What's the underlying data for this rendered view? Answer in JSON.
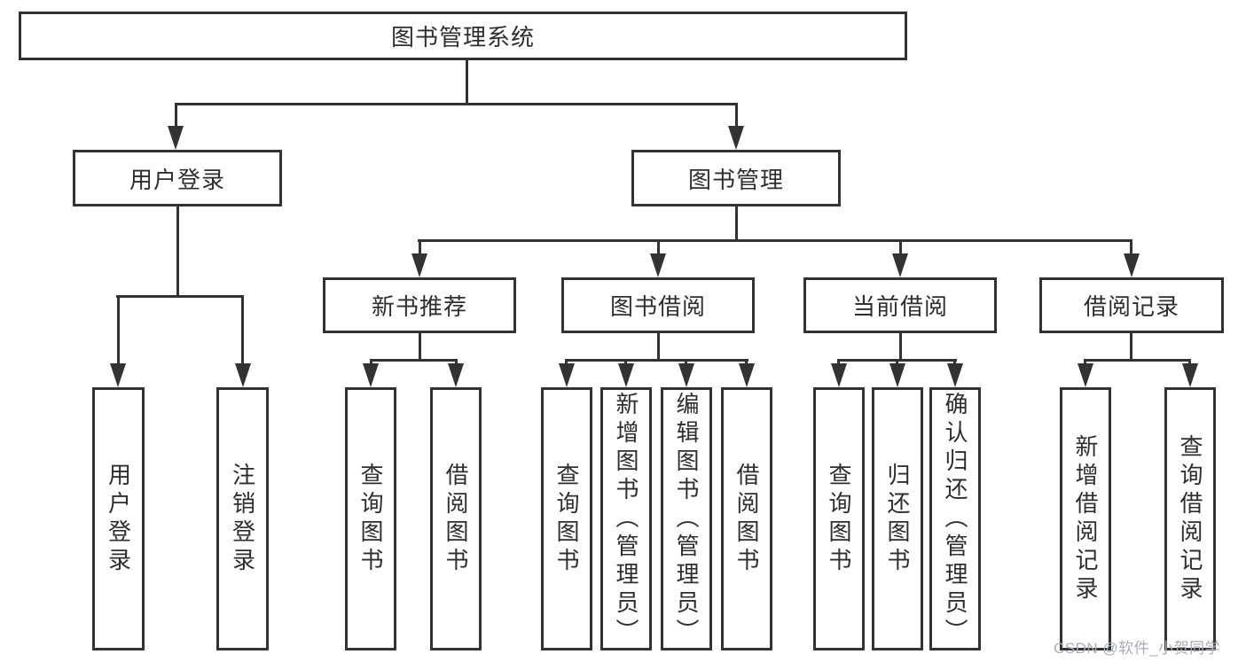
{
  "title": {
    "label": "图书管理系统"
  },
  "branches": {
    "login": {
      "label": "用户登录",
      "children": [
        "用户登录",
        "注销登录"
      ]
    },
    "management": {
      "label": "图书管理"
    }
  },
  "management_sections": [
    {
      "label": "新书推荐",
      "children": [
        "查询图书",
        "借阅图书"
      ]
    },
    {
      "label": "图书借阅",
      "children": [
        "查询图书",
        "新增图书（管理员）",
        "编辑图书（管理员）",
        "借阅图书"
      ]
    },
    {
      "label": "当前借阅",
      "children": [
        "查询图书",
        "归还图书",
        "确认归还（管理员）"
      ]
    },
    {
      "label": "借阅记录",
      "children": [
        "新增借阅记录",
        "查询借阅记录"
      ]
    }
  ],
  "watermark": {
    "text": "CSDN @软件_小贺同学"
  },
  "colors": {
    "line": "#333333",
    "text": "#2e2e2e",
    "watermark": "#a9aeb4"
  }
}
